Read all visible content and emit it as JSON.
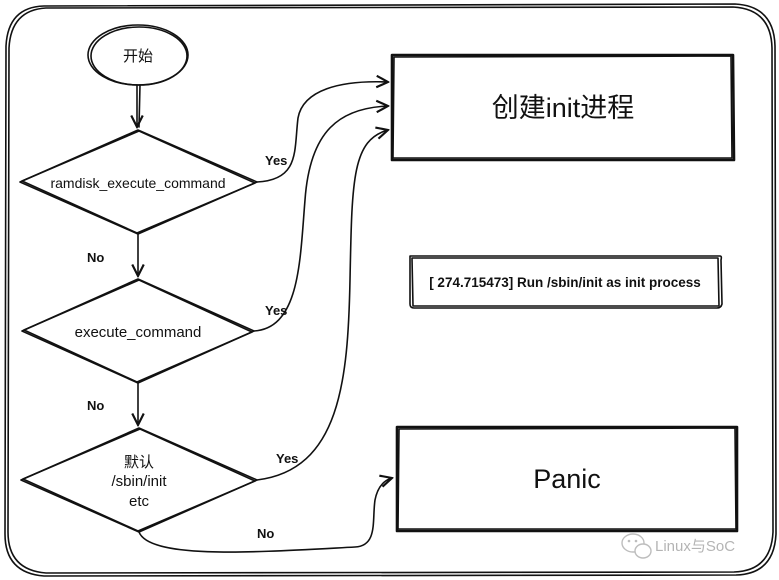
{
  "diagram": {
    "start": "开始",
    "decision1": "ramdisk_execute_command",
    "decision2": "execute_command",
    "decision3": {
      "line1": "默认",
      "line2": "/sbin/init",
      "line3": "etc"
    },
    "create_init": "创建init进程",
    "panic": "Panic",
    "log_line": "[  274.715473] Run /sbin/init as init process",
    "edge_labels": {
      "yes1": "Yes",
      "yes2": "Yes",
      "yes3": "Yes",
      "no1": "No",
      "no2": "No",
      "no3": "No"
    }
  },
  "watermark": {
    "text": "Linux与SoC"
  }
}
